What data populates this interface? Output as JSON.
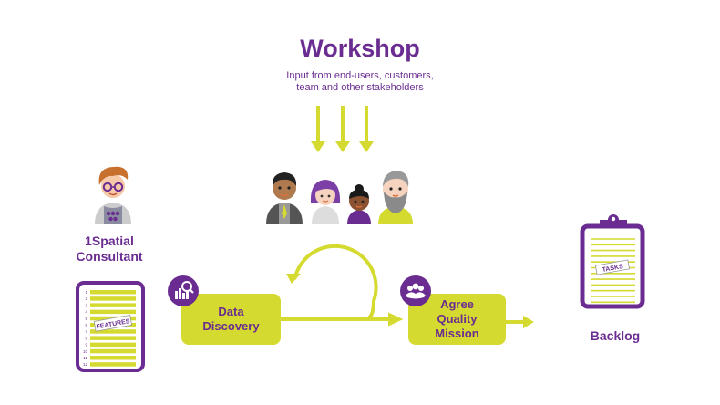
{
  "workshop": {
    "title": "Workshop",
    "subtitle_line1": "Input from end-users, customers,",
    "subtitle_line2": "team and other stakeholders"
  },
  "consultant": {
    "line1": "1Spatial",
    "line2": "Consultant"
  },
  "features_doc": {
    "stamp": "FEATURES",
    "line_numbers": [
      "1",
      "2",
      "3",
      "4",
      "5",
      "6",
      "7",
      "8",
      "9",
      "10",
      "11",
      "12"
    ]
  },
  "steps": [
    {
      "line1": "Data",
      "line2": "Discovery",
      "icon": "chart-magnifier-icon"
    },
    {
      "line1": "Agree",
      "line2": "Quality",
      "line3": "Mission",
      "icon": "people-group-icon"
    }
  ],
  "backlog": {
    "label": "Backlog",
    "stamp": "TASKS"
  },
  "colors": {
    "purple": "#6a2c91",
    "lime": "#d4da2f"
  }
}
